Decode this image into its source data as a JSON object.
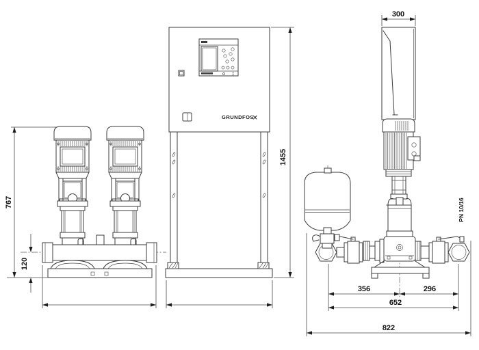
{
  "drawing": {
    "brand": "GRUNDFOS",
    "views": {
      "pump_unit_front": {
        "dim_height": "767",
        "dim_base_height": "120"
      },
      "cabinet_front": {
        "dim_height": "1455"
      },
      "side": {
        "dim_cabinet_depth": "300",
        "dim_center_to_suction": "356",
        "dim_center_to_discharge": "296",
        "dim_port_to_port": "652",
        "dim_overall_depth": "822",
        "pressure_rating": "PN 10/16"
      }
    },
    "icons": {
      "brand_crest_glyph": "✕"
    }
  }
}
